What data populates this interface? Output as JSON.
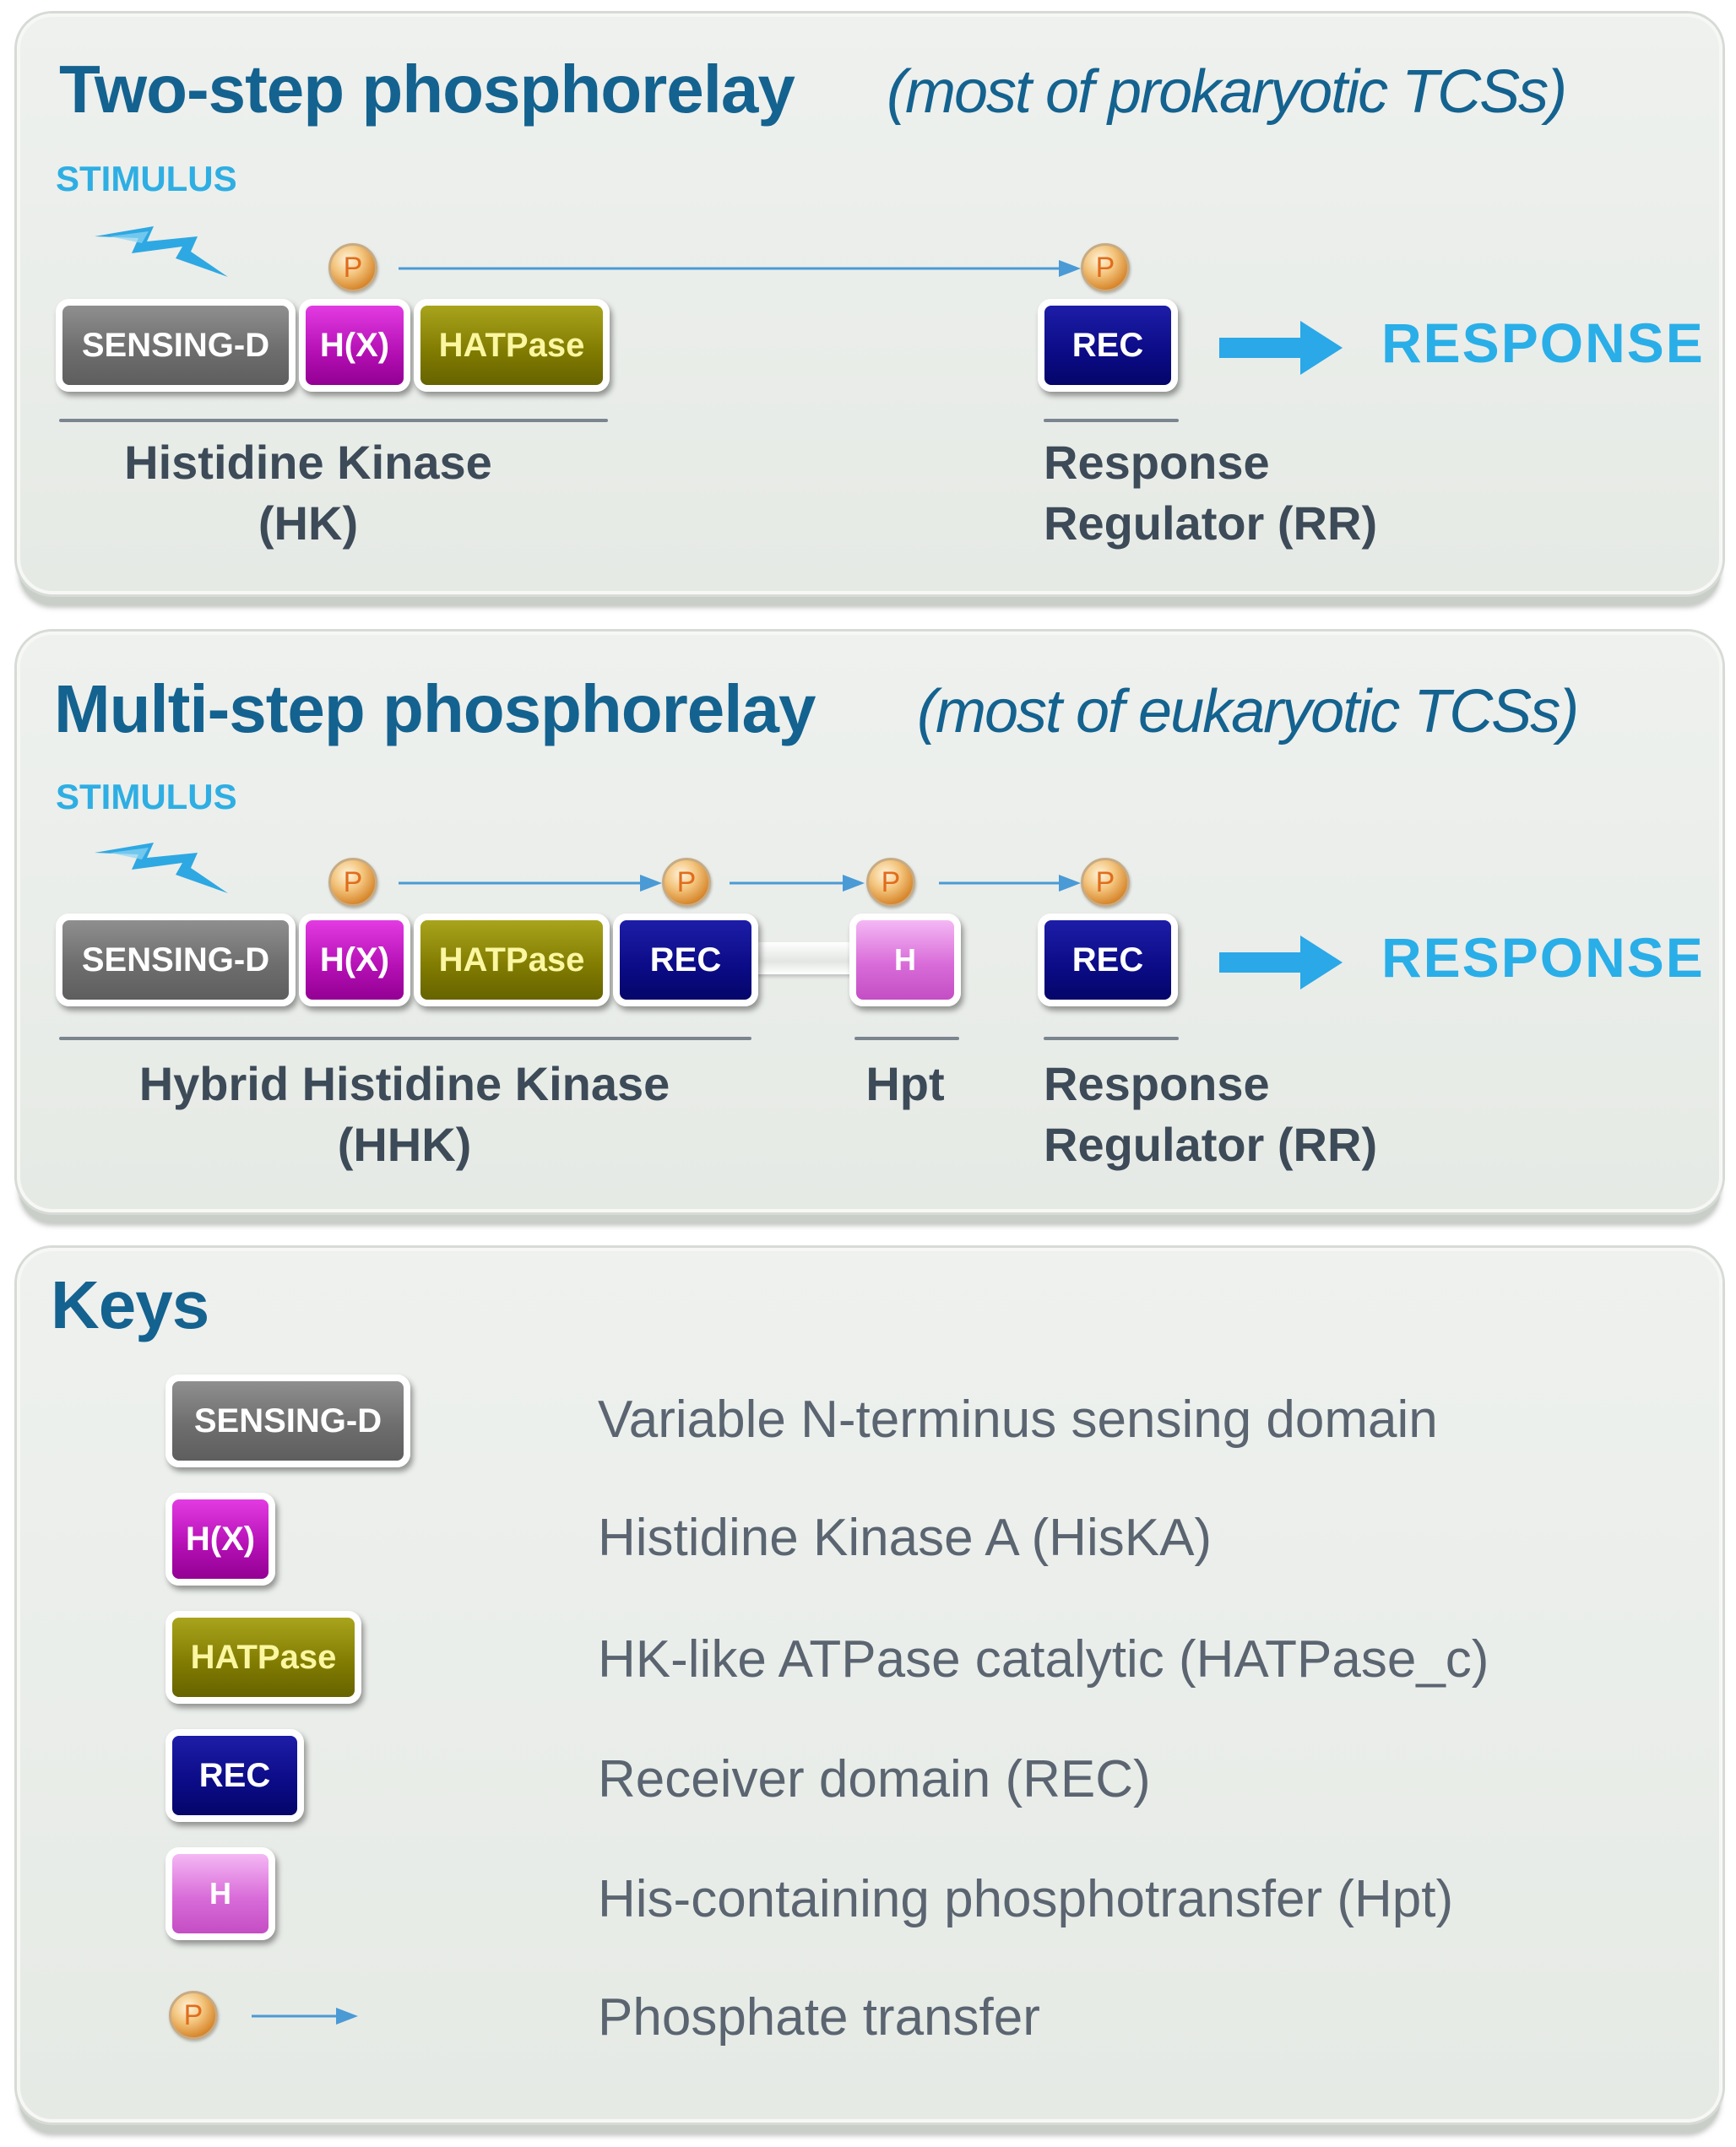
{
  "panel1": {
    "title": "Two-step  phosphorelay",
    "subtitle": "(most of prokaryotic TCSs)",
    "stimulus": "STIMULUS",
    "domains": {
      "sensing": "SENSING-D",
      "hx": "H(X)",
      "hatpase": "HATPase",
      "rec": "REC"
    },
    "phospho": "P",
    "response": "RESPONSE",
    "hk_label_1": "Histidine Kinase",
    "hk_label_2": "(HK)",
    "rr_label_1": "Response",
    "rr_label_2": "Regulator (RR)"
  },
  "panel2": {
    "title": "Multi-step  phosphorelay",
    "subtitle": "(most of eukaryotic TCSs)",
    "stimulus": "STIMULUS",
    "domains": {
      "sensing": "SENSING-D",
      "hx": "H(X)",
      "hatpase": "HATPase",
      "rec1": "REC",
      "hpt": "H",
      "rec2": "REC"
    },
    "phospho": "P",
    "response": "RESPONSE",
    "hhk_label_1": "Hybrid Histidine Kinase",
    "hhk_label_2": "(HHK)",
    "hpt_label": "Hpt",
    "rr_label_1": "Response",
    "rr_label_2": "Regulator (RR)"
  },
  "keys": {
    "title": "Keys",
    "items": [
      {
        "symbol": "SENSING-D",
        "description": "Variable N-terminus  sensing domain"
      },
      {
        "symbol": "H(X)",
        "description": "Histidine Kinase A (HisKA)"
      },
      {
        "symbol": "HATPase",
        "description": "HK-like ATPase catalytic  (HATPase_c)"
      },
      {
        "symbol": "REC",
        "description": "Receiver domain (REC)"
      },
      {
        "symbol": "H",
        "description": "His-containing phosphotransfer  (Hpt)"
      },
      {
        "symbol": "P",
        "description": "Phosphate  transfer"
      }
    ]
  },
  "colors": {
    "title_blue": "#14628f",
    "stimulus_blue": "#2eaee3",
    "response_blue": "#2aaee8",
    "sensing_gray": "#6e6e6e",
    "hx_magenta": "#b30fb3",
    "hatpase_olive": "#7f7a00",
    "rec_navy": "#0b0b86",
    "hpt_pink": "#d96cd9",
    "phosphate_orange": "#d7862b"
  },
  "icons": [
    "lightning-bolt-icon",
    "phosphate-icon",
    "thin-arrow-icon",
    "thick-arrow-icon"
  ]
}
